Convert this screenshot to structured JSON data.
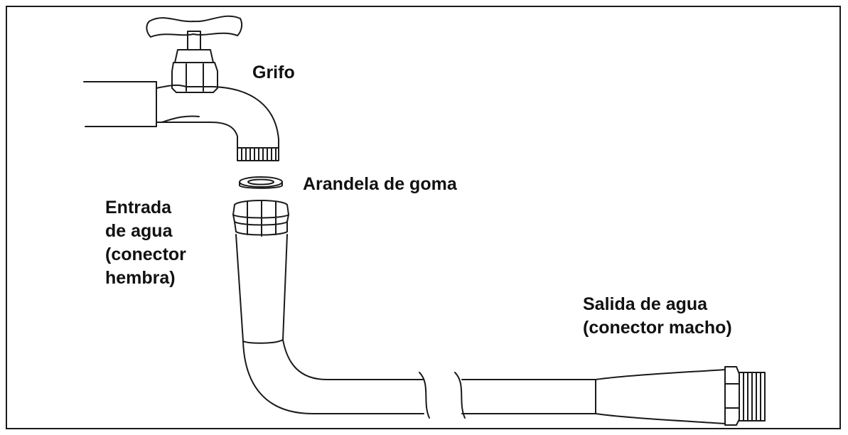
{
  "labels": {
    "grifo": "Grifo",
    "arandela": "Arandela de goma",
    "entrada": [
      "Entrada",
      "de agua",
      "(conector",
      "hembra)"
    ],
    "salida": [
      "Salida de agua",
      "(conector macho)"
    ]
  },
  "colors": {
    "line": "#1a1a1a",
    "background": "#ffffff",
    "text": "#111111"
  }
}
